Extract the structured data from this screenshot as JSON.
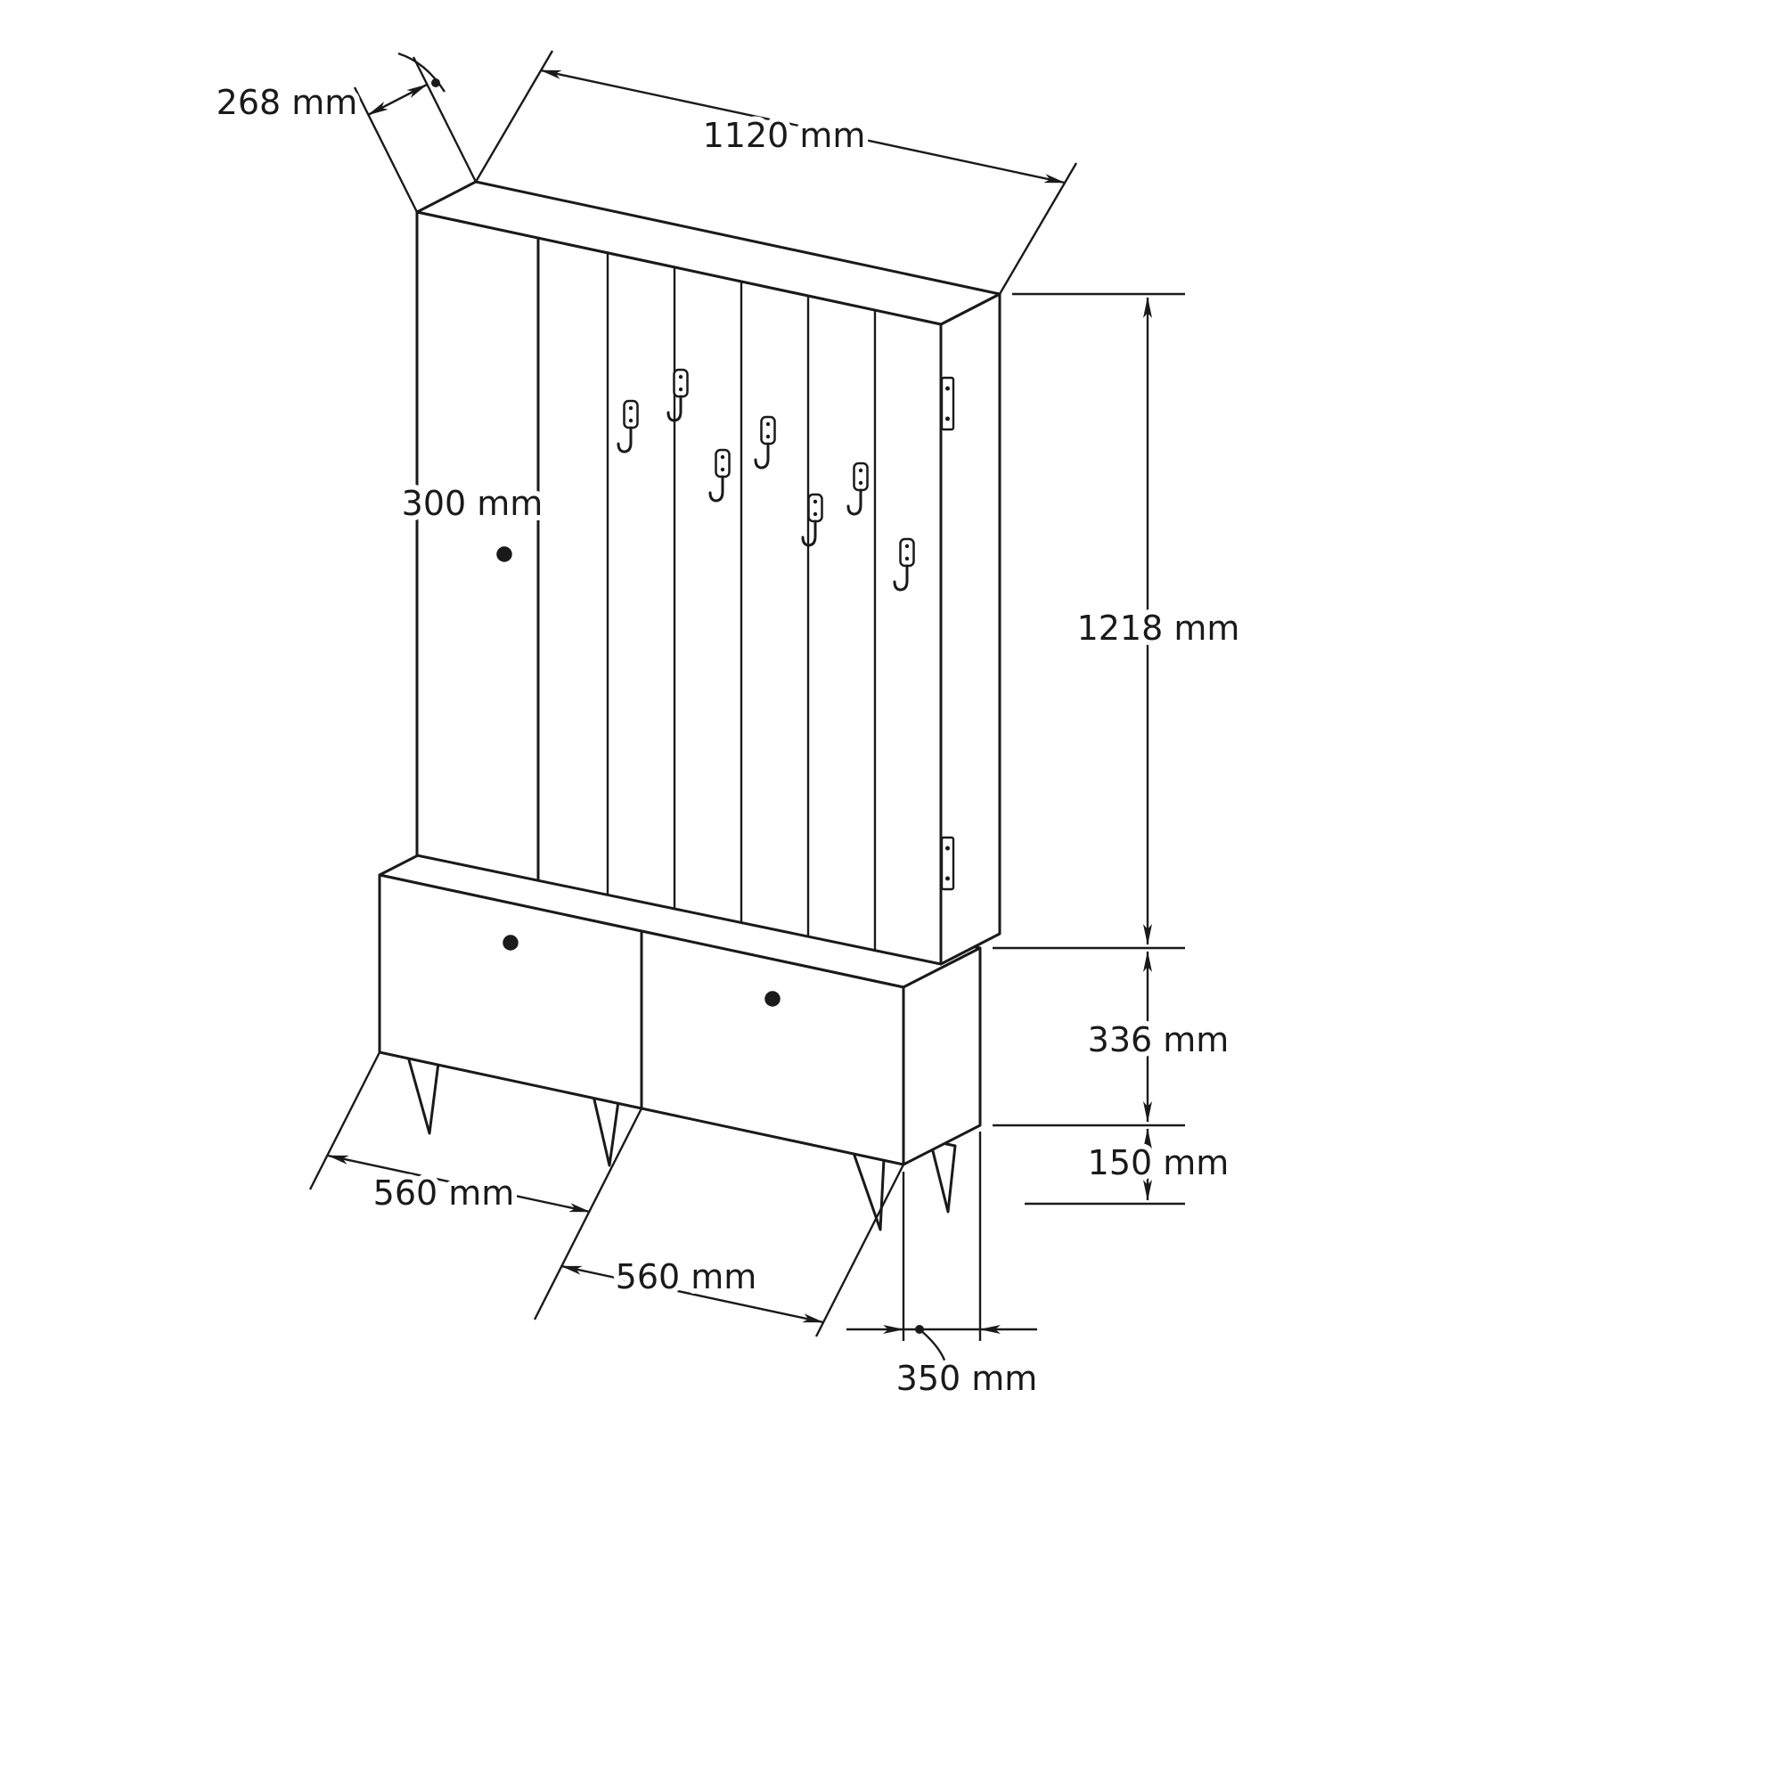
{
  "diagram": {
    "type": "technical-dimension-drawing",
    "subject": "hallway coat-rack unit with shoe bench, hooks and cabinet",
    "units": "mm",
    "labels": {
      "depth_top": "268 mm",
      "width_total": "1120 mm",
      "door_width": "300 mm",
      "upper_height": "1218 mm",
      "bench_height": "336 mm",
      "leg_height": "150 mm",
      "door_left_width": "560 mm",
      "door_right_width": "560 mm",
      "bench_depth": "350 mm"
    },
    "colors": {
      "line": "#1a1a1a",
      "background": "#ffffff"
    }
  }
}
